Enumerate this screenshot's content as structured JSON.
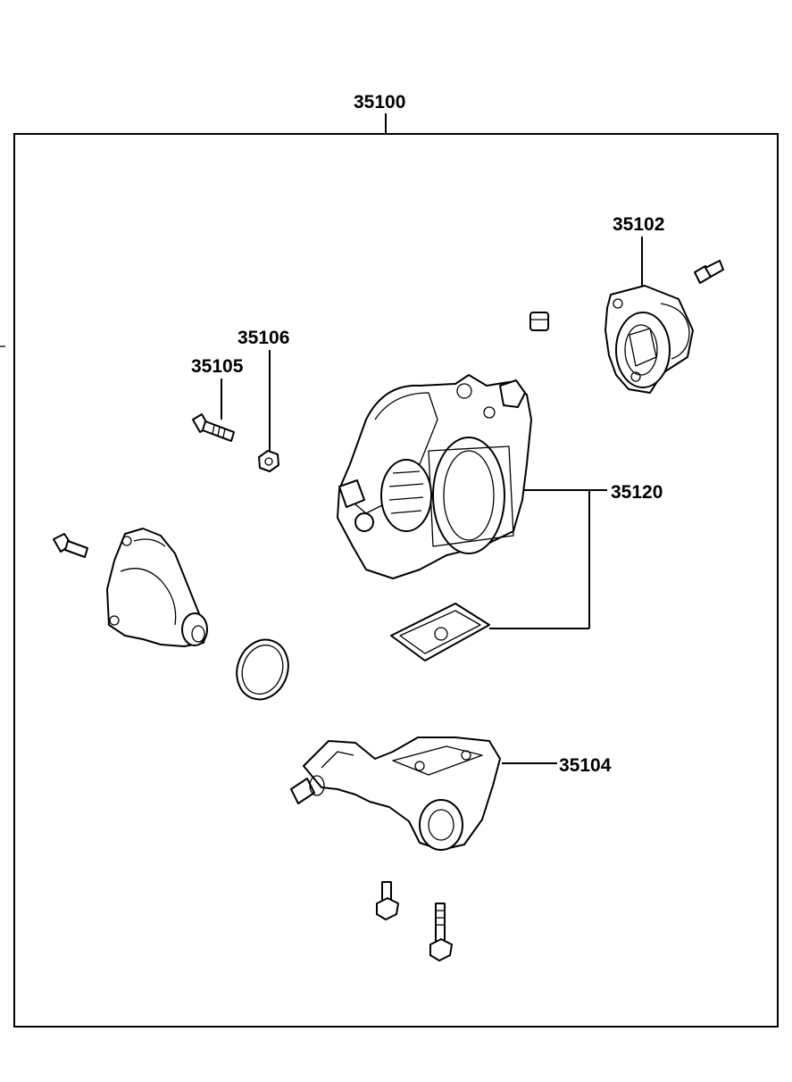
{
  "diagram": {
    "assembly": {
      "part_number": "35100"
    },
    "callouts": [
      {
        "id": "throttle-position-sensor",
        "part_number": "35102"
      },
      {
        "id": "nut",
        "part_number": "35106"
      },
      {
        "id": "screw",
        "part_number": "35105"
      },
      {
        "id": "throttle-body",
        "part_number": "35120"
      },
      {
        "id": "idle-speed-actuator",
        "part_number": "35104"
      }
    ]
  }
}
